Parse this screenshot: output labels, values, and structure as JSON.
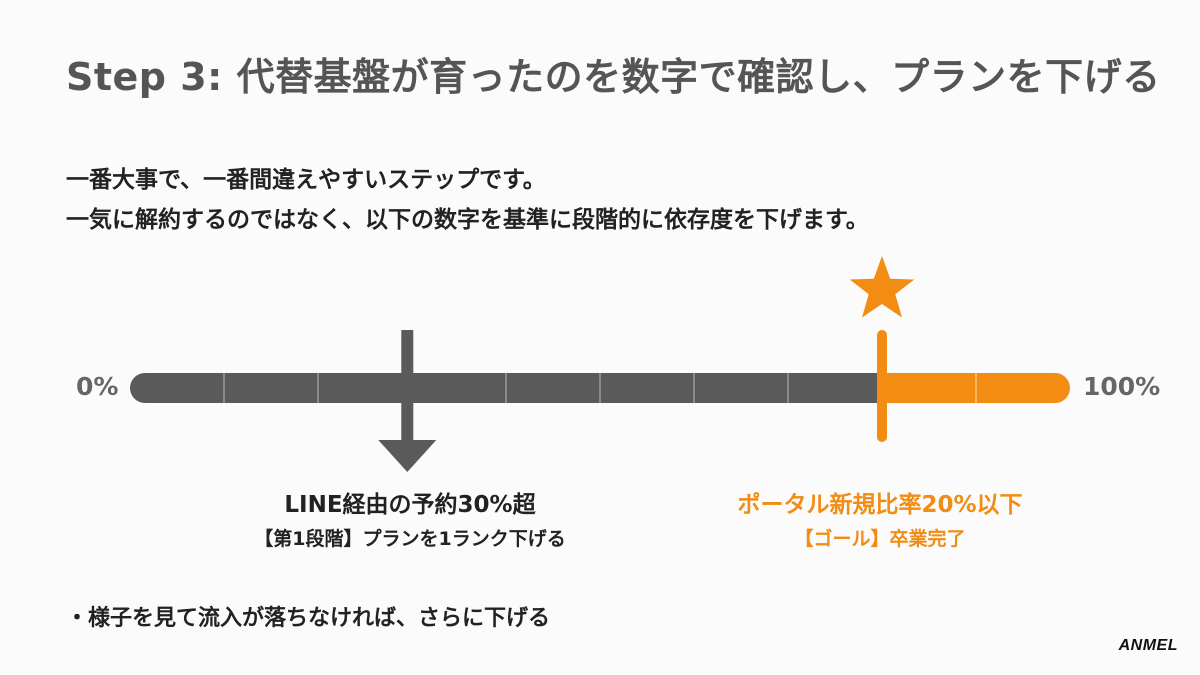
{
  "slide": {
    "title": "Step 3: 代替基盤が育ったのを数字で確認し、プランを下げる",
    "intro": [
      "一番大事で、一番間違えやすいステップです。",
      "一気に解約するのではなく、以下の数字を基準に段階的に依存度を下げます。"
    ],
    "scale": {
      "start_label": "0%",
      "end_label": "100%",
      "segments": 10,
      "colors": {
        "track": "#5a5a5a",
        "goal": "#f28c12"
      }
    },
    "milestone": {
      "level": 0.295,
      "title": "LINE経由の予約30%超",
      "subtitle": "【第1段階】プランを1ランク下げる",
      "icon": "down-arrow-icon"
    },
    "goal": {
      "level": 0.8,
      "title": "ポータル新規比率20%以下",
      "subtitle": "【ゴール】卒業完了",
      "icon": "star-icon"
    },
    "note": "・様子を見て流入が落ちなければ、さらに下げる",
    "logo": "ANMEL"
  }
}
